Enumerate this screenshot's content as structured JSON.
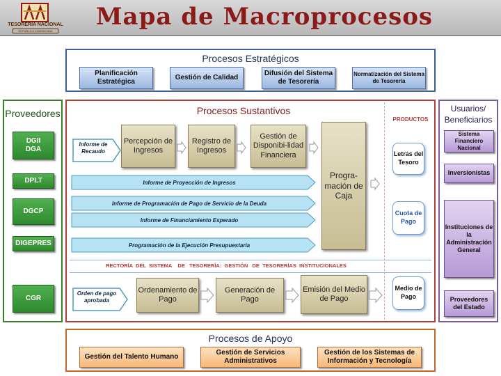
{
  "header": {
    "title": "Mapa  de  Macroprocesos",
    "logo_text": "TESORERÍA NACIONAL",
    "logo_sub": "REPÚBLICA DOMINICANA"
  },
  "estrategicos": {
    "title": "Procesos Estratégicos",
    "items": [
      "Planificación Estratégica",
      "Gestión de Calidad",
      "Difusión del Sistema de Tesorería",
      "Normatización del Sistema de Tesorería"
    ]
  },
  "proveedores": {
    "title": "Proveedores",
    "items": [
      "DGII\nDGA",
      "DPLT",
      "DGCP",
      "DIGEPRES",
      "CGR"
    ]
  },
  "sustantivos": {
    "title": "Procesos Sustantivos",
    "productos_label": "PRODUCTOS",
    "informe_recaudo": "Informe de Recaudo",
    "orden_pago": "Orden de pago aprobada",
    "boxes": {
      "percepcion": "Percepción de Ingresos",
      "registro": "Registro de Ingresos",
      "gestion_disponibilidad": "Gestión de Disponibi-lidad Financiera",
      "programacion_caja": "Progra-mación de Caja",
      "ordenamiento": "Ordenamiento de Pago",
      "generacion": "Generación de Pago",
      "emision": "Emisión del Medio de Pago"
    },
    "lanes": [
      "Informe de Proyección de Ingresos",
      "Informe de Programación de Pago de Servicio de la Deuda",
      "Informe de Financiamiento Esperado",
      "Programación de la Ejecución Presupuestaria"
    ],
    "rectoria": "RECTORÍA  DEL  SISTEMA    DE   TESORERÍA:  GESTIÓN   DE  TESORERÍAS  INSTITUCIONALES",
    "productos": [
      "Letras del Tesoro",
      "Cuota de Pago",
      "Medio de Pago"
    ]
  },
  "usuarios": {
    "title": "Usuarios/ Beneficiarios",
    "items": [
      "Sistema Financiero Nacional",
      "Inversionistas",
      "Instituciones de la Administración General",
      "Proveedores del Estado"
    ]
  },
  "apoyo": {
    "title": "Procesos de Apoyo",
    "items": [
      "Gestión del Talento Humano",
      "Gestión de Servicios Administrativos",
      "Gestión de los Sistemas de Información y Tecnología"
    ]
  },
  "colors": {
    "title_red": "#8b1a1a",
    "estrategicos_border": "#3a5f9a",
    "sustantivos_border": "#b23b3b",
    "proveedores_green": "#2e8a2e",
    "usuarios_purple": "#7a5a9a",
    "apoyo_orange": "#c4672a"
  }
}
